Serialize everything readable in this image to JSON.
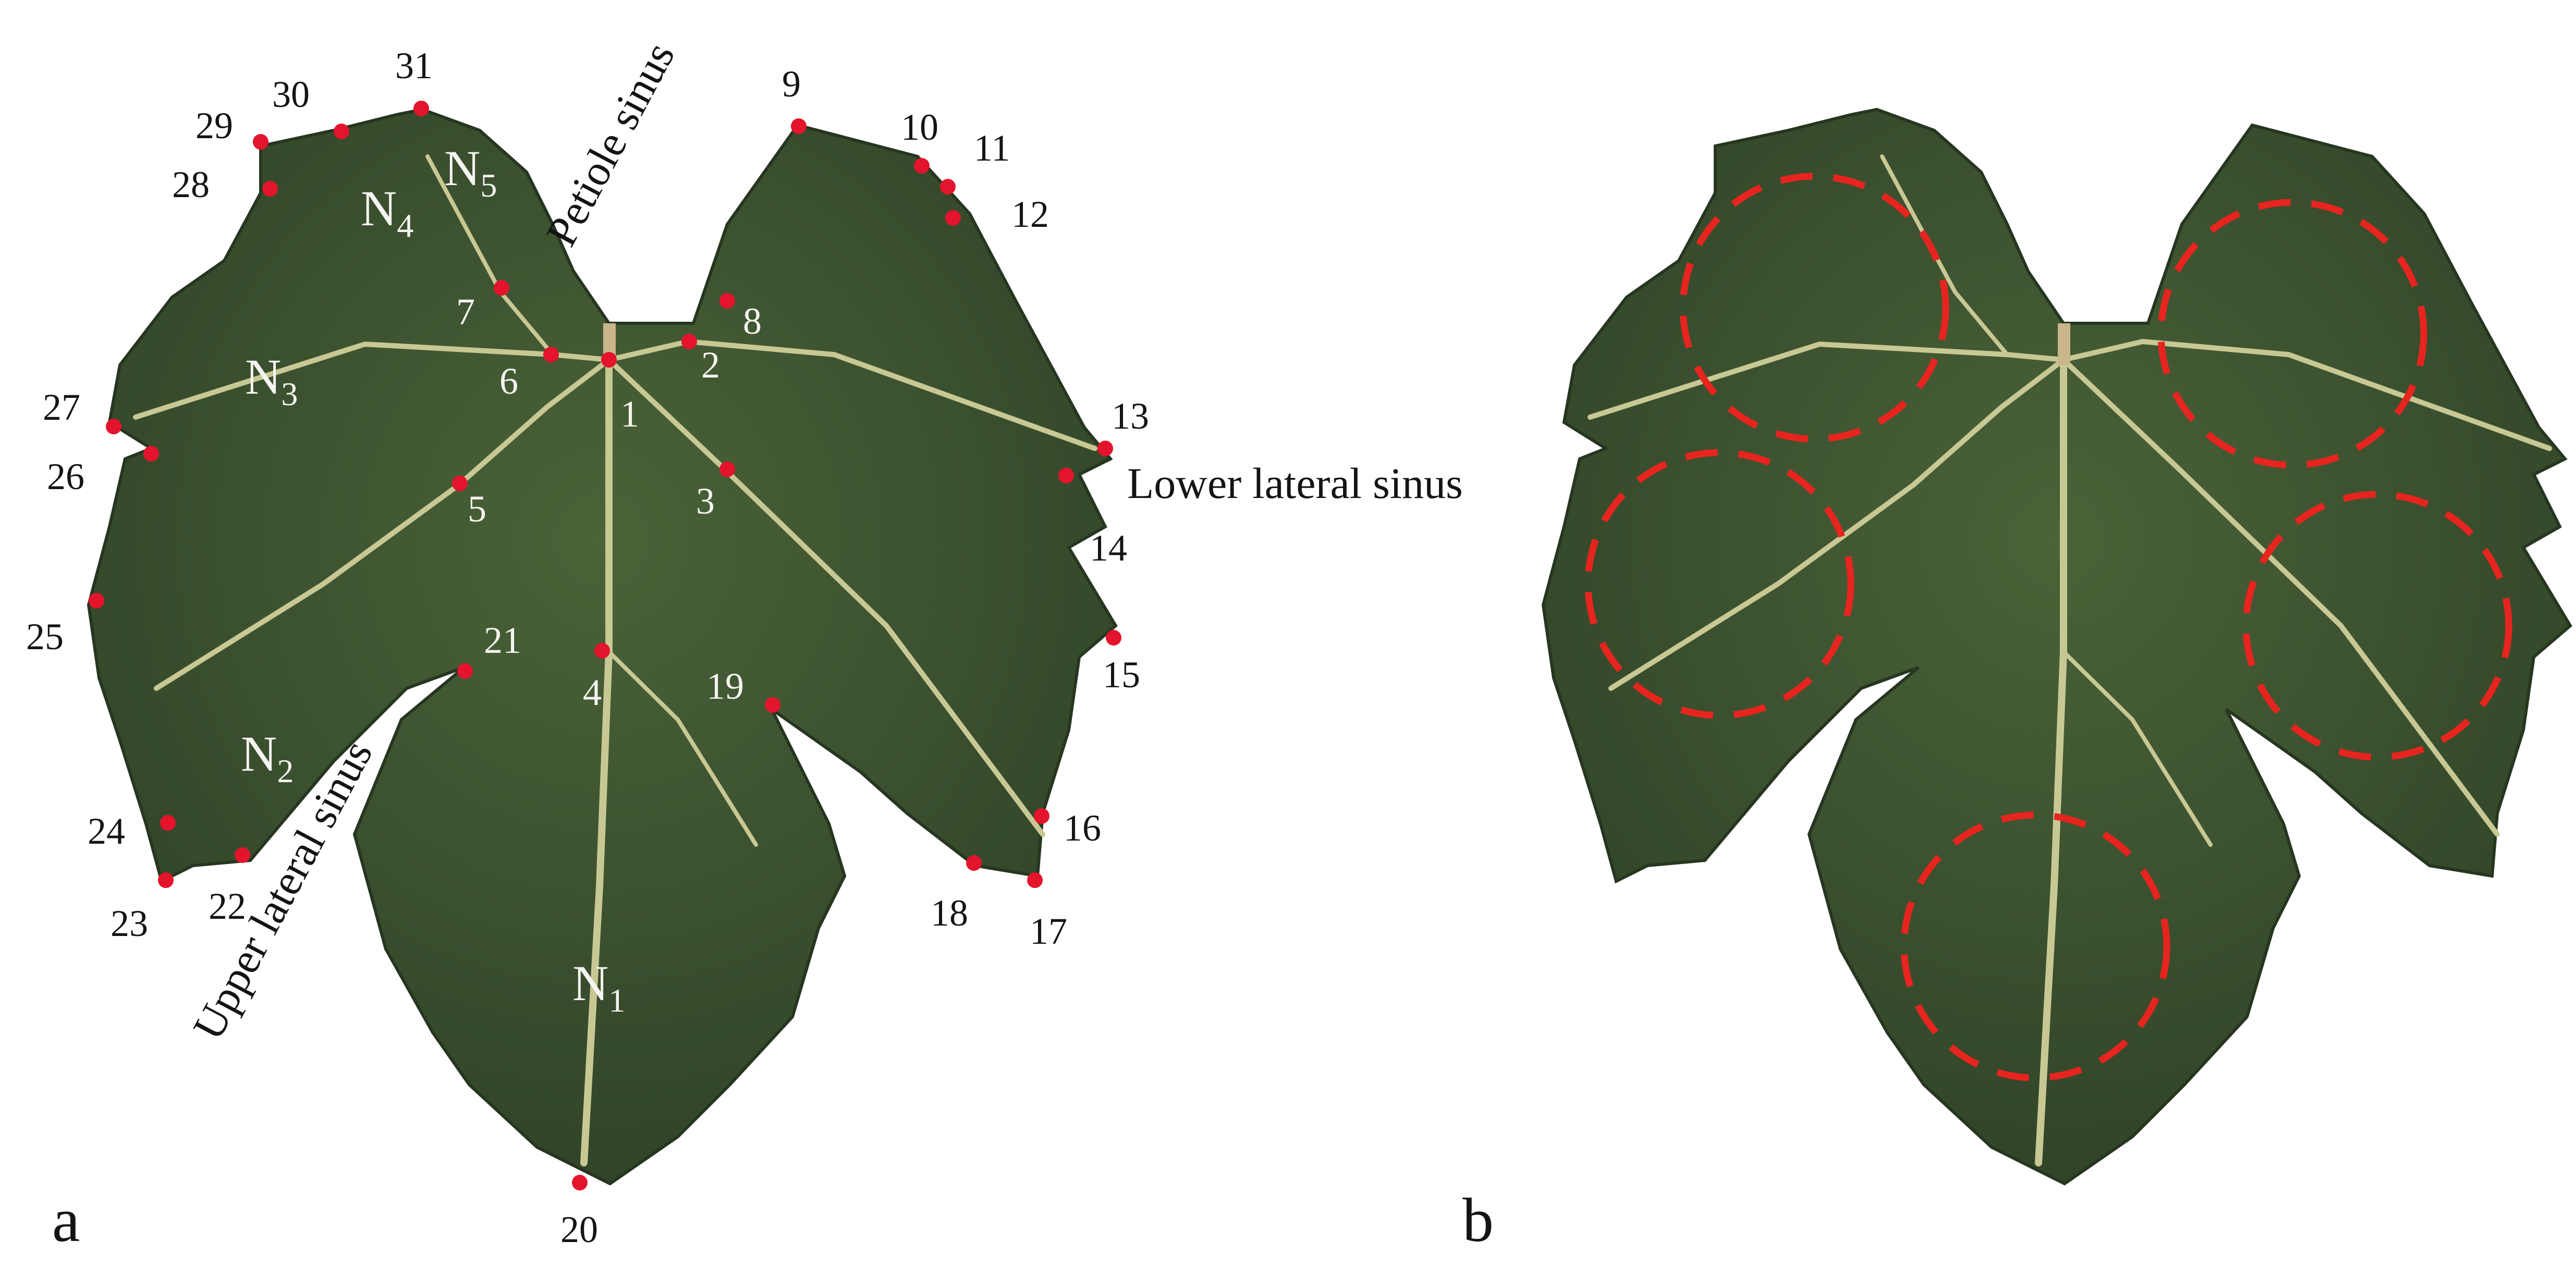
{
  "panels": {
    "a": {
      "panel_label": "a",
      "points": [
        "1",
        "2",
        "3",
        "4",
        "5",
        "6",
        "7",
        "8",
        "9",
        "10",
        "11",
        "12",
        "13",
        "14",
        "15",
        "16",
        "17",
        "18",
        "19",
        "20",
        "21",
        "22",
        "23",
        "24",
        "25",
        "26",
        "27",
        "28",
        "29",
        "30",
        "31"
      ],
      "lobes": [
        {
          "main": "N",
          "sub": "1"
        },
        {
          "main": "N",
          "sub": "2"
        },
        {
          "main": "N",
          "sub": "3"
        },
        {
          "main": "N",
          "sub": "4"
        },
        {
          "main": "N",
          "sub": "5"
        }
      ],
      "annotations": {
        "petiole_sinus": "Petiole sinus",
        "lower_lateral_sinus": "Lower lateral sinus",
        "upper_lateral_sinus": "Upper lateral sinus"
      }
    },
    "b": {
      "panel_label": "b",
      "sampling_circle_count": 5
    }
  },
  "colors": {
    "leaf": "#3e5531",
    "leaf_dark": "#2f4127",
    "vein": "#c8c894",
    "marker": "#e3142b",
    "circle": "#e8241f",
    "label_dark": "#141414",
    "label_light": "#f4f4f0"
  }
}
